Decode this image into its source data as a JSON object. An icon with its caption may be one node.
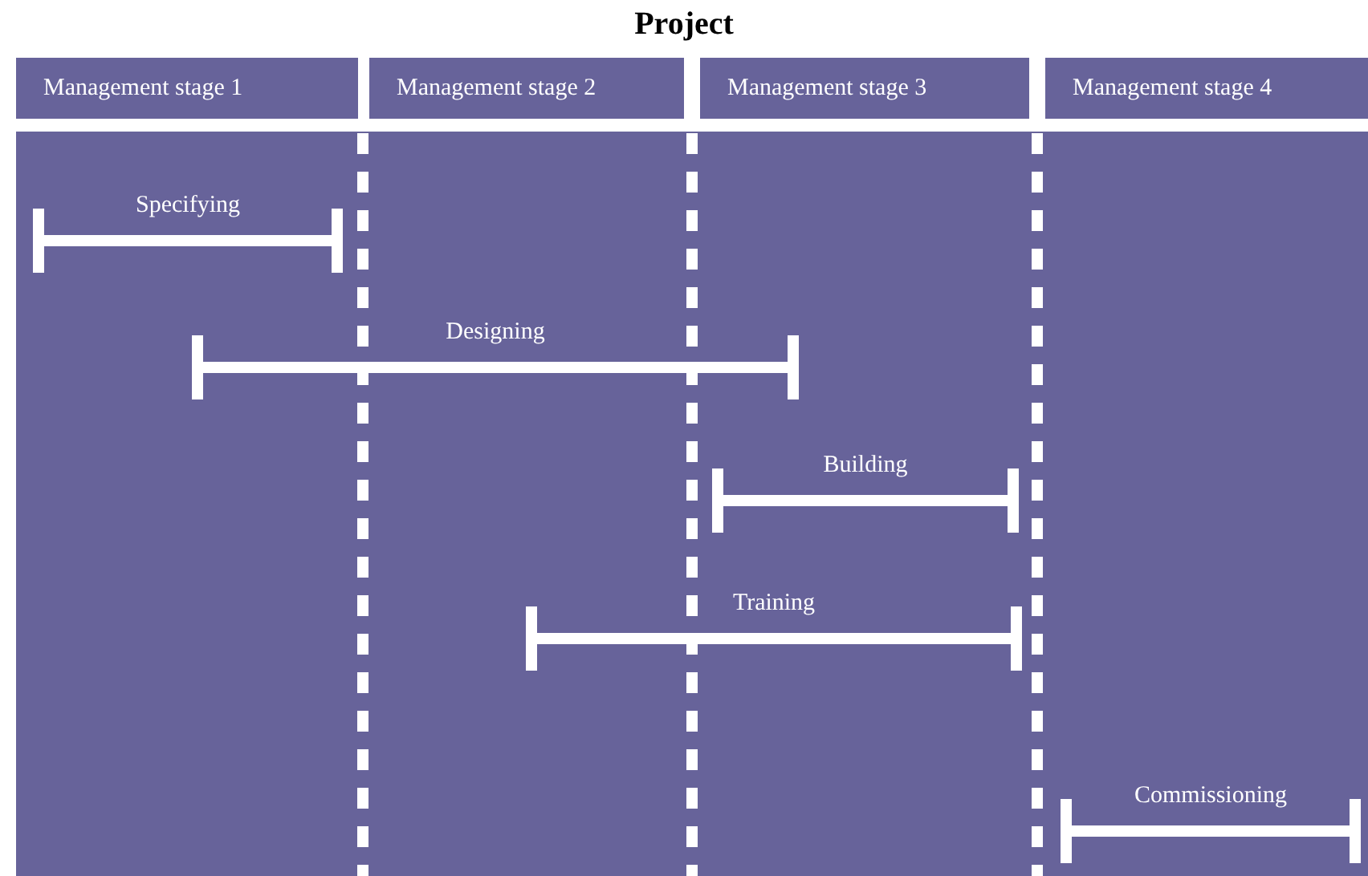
{
  "diagram": {
    "title": "Project",
    "nodes": [
      {
        "text": [
          "Management stage 1"
        ]
      },
      {
        "text": [
          "Management stage 2"
        ]
      },
      {
        "text": [
          "Management stage 3"
        ]
      },
      {
        "text": [
          "Management stage 4"
        ]
      },
      {
        "text": [
          "Specifying"
        ]
      },
      {
        "text": [
          "Designing"
        ]
      },
      {
        "text": [
          "Building"
        ]
      },
      {
        "text": [
          "Training"
        ]
      },
      {
        "text": [
          "Commissioning"
        ]
      }
    ],
    "edges": []
  }
}
